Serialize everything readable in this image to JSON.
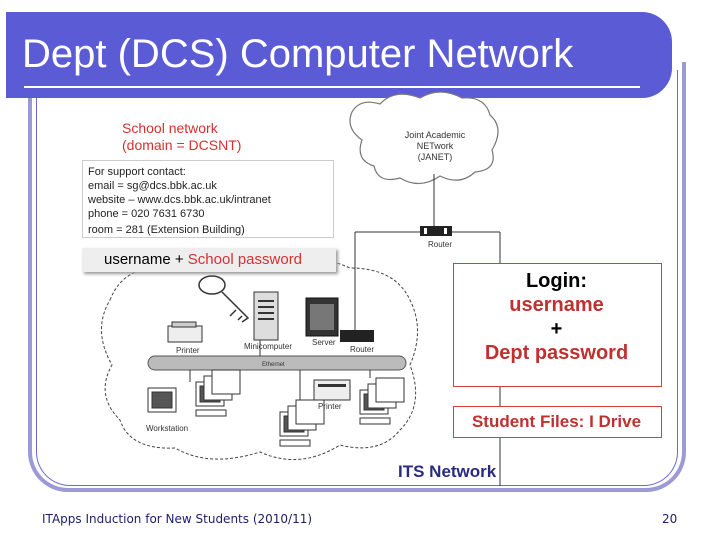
{
  "slide": {
    "title": "Dept (DCS) Computer Network",
    "footer_left": "ITApps Induction for New Students (2010/11)",
    "page_number": "20"
  },
  "diagram": {
    "school_network_line1": "School network",
    "school_network_line2": "(domain = DCSNT)",
    "support_lines": [
      "For support contact:",
      "email = sg@dcs.bbk.ac.uk",
      "website – www.dcs.bbk.ac.uk/intranet",
      "phone = 020 7631 6730"
    ],
    "room": "room = 281 (Extension Building)",
    "credentials_user": "username + ",
    "credentials_pass": "School password",
    "janet_lines": [
      "Joint Academic",
      "NETwork",
      "(JANET)"
    ],
    "router_top": "Router",
    "login_label": "Login:",
    "login_user": "username",
    "login_plus": "+",
    "login_pass": "Dept password",
    "student_files": "Student Files: I Drive",
    "its_network": "ITS Network",
    "device_labels": {
      "printer_left": "Printer",
      "minicomputer": "Minicomputer",
      "server": "Server",
      "router_mid": "Router",
      "ethernet": "Ethernet",
      "printer_mid": "Printer",
      "workstation": "Workstation"
    }
  },
  "colors": {
    "title_bar": "#5b5bd6",
    "accent_red": "#d63030",
    "footer_text": "#1d1d6b"
  }
}
